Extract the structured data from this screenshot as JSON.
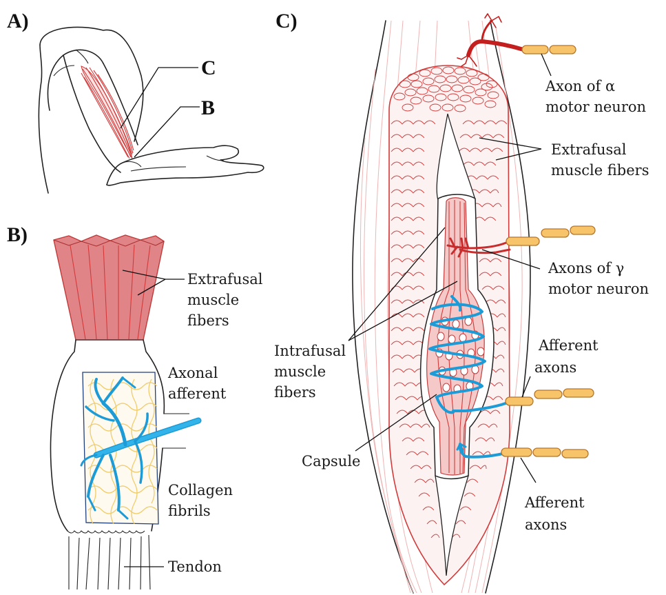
{
  "panels": {
    "a": {
      "letter": "A)",
      "callouts": {
        "c": "C",
        "b": "B"
      }
    },
    "b": {
      "letter": "B)",
      "labels": {
        "extrafusal": [
          "Extrafusal",
          "muscle",
          "fibers"
        ],
        "axonal_afferent": [
          "Axonal",
          "afferent"
        ],
        "collagen": [
          "Collagen",
          "fibrils"
        ],
        "tendon": [
          "Tendon"
        ]
      }
    },
    "c": {
      "letter": "C)",
      "labels": {
        "alpha_axon": [
          "Axon of α",
          "motor neuron"
        ],
        "extrafusal": [
          "Extrafusal",
          "muscle fibers"
        ],
        "gamma_axons": [
          "Axons of γ",
          "motor neuron"
        ],
        "intrafusal": [
          "Intrafusal",
          "muscle",
          "fibers"
        ],
        "afferent_top": [
          "Afferent",
          "axons"
        ],
        "capsule": [
          "Capsule"
        ],
        "afferent_bottom": [
          "Afferent",
          "axons"
        ]
      }
    }
  },
  "colors": {
    "muscle_red": "#d23a3a",
    "muscle_fill": "#e8898c",
    "afferent_blue": "#1c9bd6",
    "myelin_orange": "#f7c46a",
    "collagen_yellow": "#f3d27a",
    "alpha_axon": "#c41f1f"
  },
  "icons": [
    "arm-outline",
    "biceps-muscle",
    "tendon-organ",
    "muscle-spindle",
    "axon-myelin"
  ]
}
